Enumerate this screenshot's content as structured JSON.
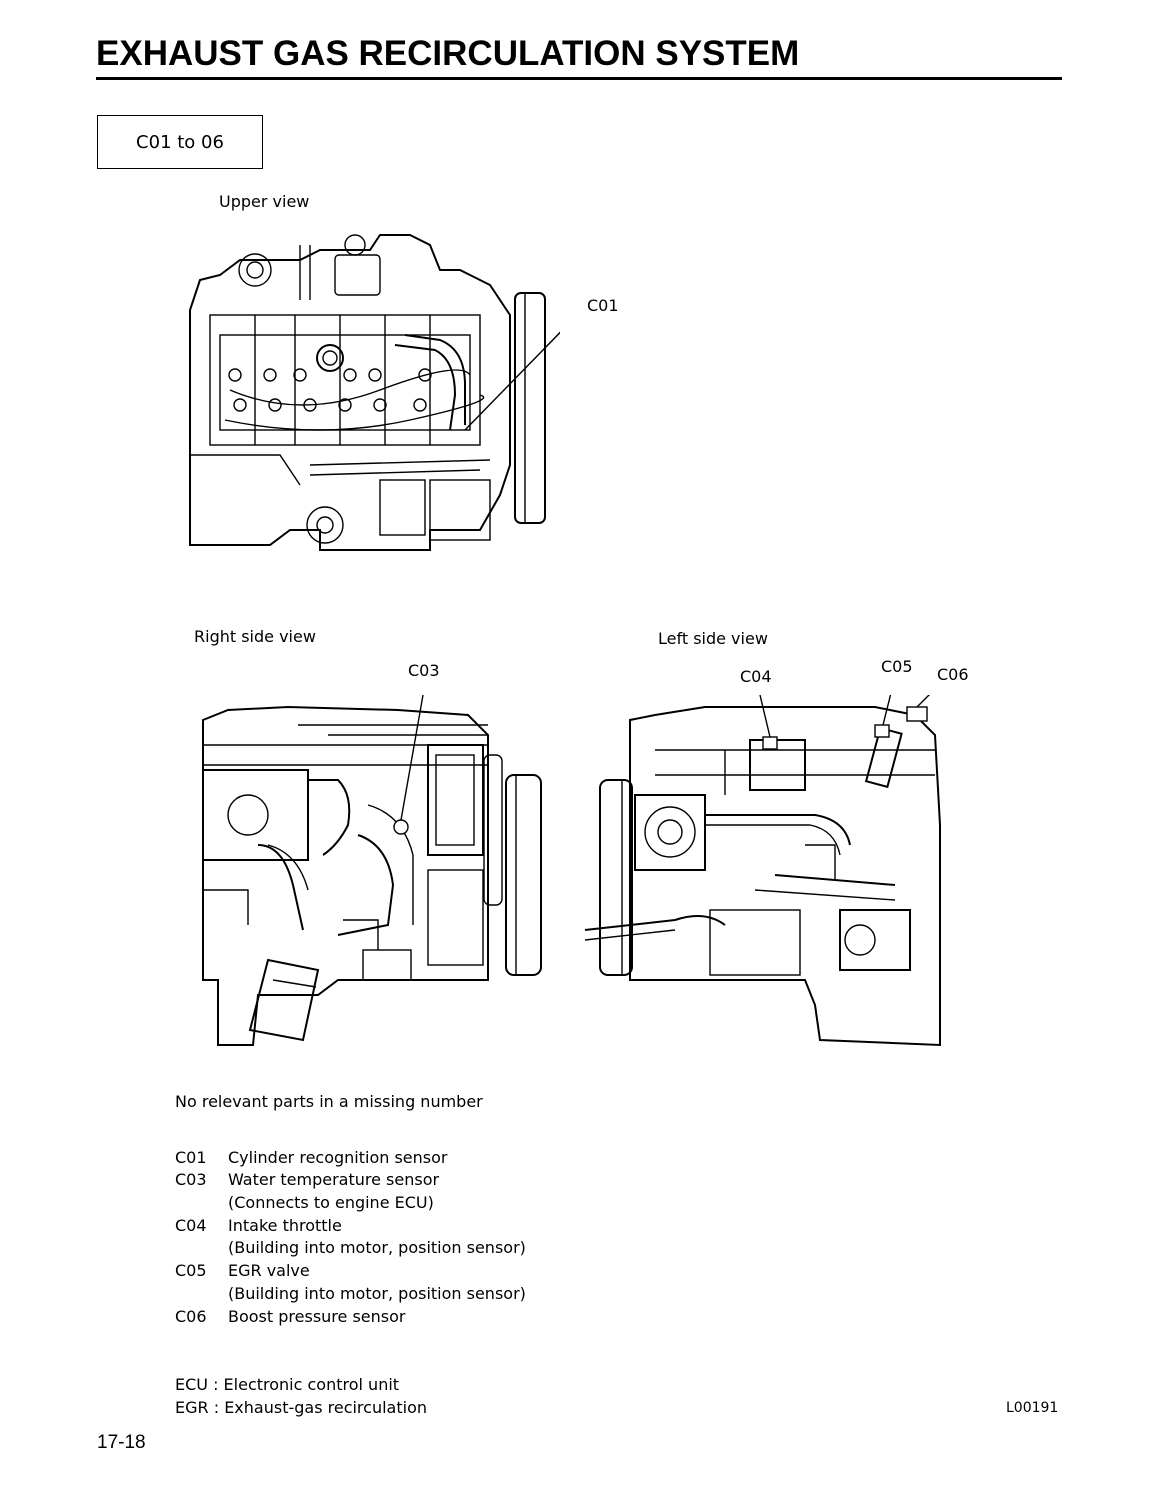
{
  "header": {
    "title": "EXHAUST GAS RECIRCULATION SYSTEM",
    "range": "C01 to 06"
  },
  "figures": {
    "upper": {
      "caption": "Upper view",
      "callouts": [
        "C01"
      ]
    },
    "right": {
      "caption": "Right side view",
      "callouts": [
        "C03"
      ]
    },
    "left": {
      "caption": "Left side view",
      "callouts": [
        "C04",
        "C05",
        "C06"
      ]
    }
  },
  "note": "No relevant parts in a missing number",
  "legend": [
    {
      "code": "C01",
      "text": "Cylinder recognition sensor",
      "sub": ""
    },
    {
      "code": "C03",
      "text": "Water temperature sensor",
      "sub": "(Connects to engine ECU)"
    },
    {
      "code": "C04",
      "text": "Intake throttle",
      "sub": "(Building into motor, position sensor)"
    },
    {
      "code": "C05",
      "text": "EGR valve",
      "sub": "(Building into motor, position sensor)"
    },
    {
      "code": "C06",
      "text": "Boost pressure sensor",
      "sub": ""
    }
  ],
  "abbreviations": [
    "ECU : Electronic control unit",
    "EGR : Exhaust‐gas recirculation"
  ],
  "figure_code": "L00191",
  "page_number": "17-18"
}
